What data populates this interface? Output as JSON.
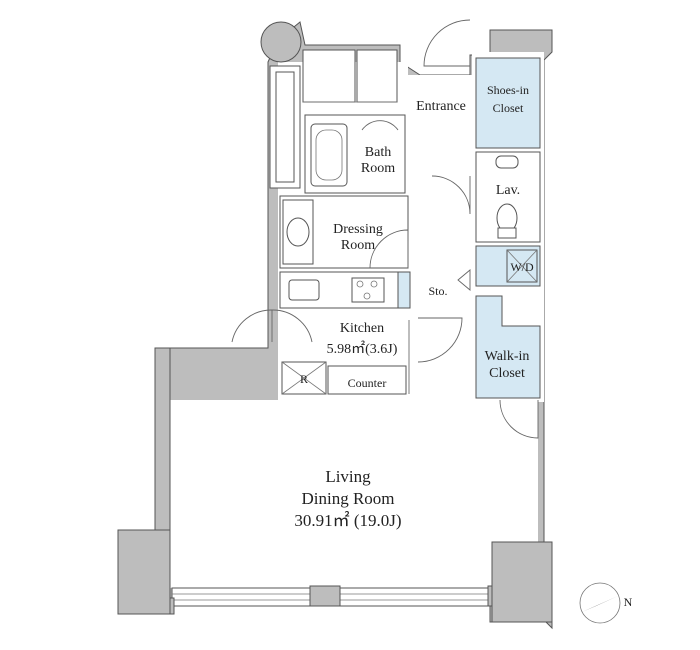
{
  "rooms": {
    "entrance": "Entrance",
    "shoes_closet": [
      "Shoes-in",
      "Closet"
    ],
    "bath_room": [
      "Bath",
      "Room"
    ],
    "lavatory": "Lav.",
    "dressing_room": [
      "Dressing",
      "Room"
    ],
    "washer_dryer": "W/D",
    "storage": "Sto.",
    "kitchen": [
      "Kitchen",
      "5.98㎡(3.6J)"
    ],
    "refrigerator": "R",
    "counter": "Counter",
    "walkin_closet": [
      "Walk-in",
      "Closet"
    ],
    "living_dining": [
      "Living",
      "Dining Room",
      "30.91㎡ (19.0J)"
    ]
  },
  "compass": {
    "label": "N"
  },
  "colors": {
    "wall": "#bdbdbd",
    "storage": "#d5e8f3",
    "room": "#ffffff"
  }
}
